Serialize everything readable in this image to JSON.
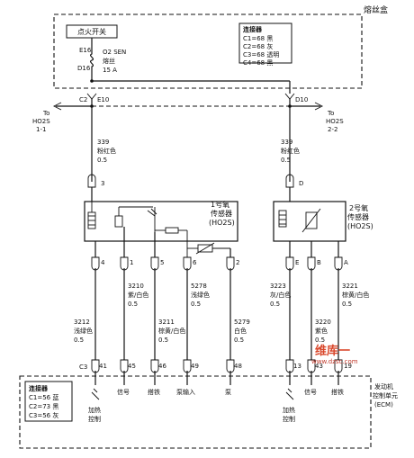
{
  "fuse_box": {
    "title": "熔丝盒",
    "ignition_switch": "点火开关",
    "fuse_pin_top": "E16",
    "fuse_pin_bottom": "D16",
    "fuse_name_1": "O2 SEN",
    "fuse_name_2": "熔丝",
    "fuse_rating": "15 A",
    "connector_table": {
      "header": "连接器",
      "rows": [
        "C1=68 黑",
        "C2=68 灰",
        "C3=68 透明",
        "C4=68 黑"
      ]
    },
    "pin_c2": "C2",
    "pin_e10": "E10",
    "pin_d10": "D10"
  },
  "branches": {
    "left_to": "To",
    "left_name": "HO2S",
    "left_num": "1-1",
    "right_to": "To",
    "right_name": "HO2S",
    "right_num": "2-2"
  },
  "wires_upper": {
    "left": {
      "num": "339",
      "color": "粉红色",
      "size": "0.5"
    },
    "right": {
      "num": "339",
      "color": "粉红色",
      "size": "0.5"
    }
  },
  "sensor1": {
    "top_pin": "3",
    "label": [
      "1号氧",
      "传感器",
      "(HO2S)"
    ],
    "pins": [
      "4",
      "1",
      "5",
      "6",
      "2"
    ]
  },
  "sensor2": {
    "top_pin": "D",
    "label": [
      "2号氧",
      "传感器",
      "(HO2S)"
    ],
    "pins": [
      "E",
      "B",
      "A"
    ]
  },
  "wires_lower": [
    {
      "num": "3212",
      "color": "浅绿色",
      "size": "0.5"
    },
    {
      "num": "3210",
      "color": "紫/白色",
      "size": "0.5"
    },
    {
      "num": "3211",
      "color": "棕黄/白色",
      "size": "0.5"
    },
    {
      "num": "5278",
      "color": "浅绿色",
      "size": "0.5"
    },
    {
      "num": "5279",
      "color": "白色",
      "size": "0.5"
    },
    {
      "num": "3223",
      "color": "灰/白色",
      "size": "0.5"
    },
    {
      "num": "3220",
      "color": "紫色",
      "size": "0.5"
    },
    {
      "num": "3221",
      "color": "棕黄/白色",
      "size": "0.5"
    }
  ],
  "ecm": {
    "connector_prefix": "C3",
    "pins": [
      "41",
      "45",
      "46",
      "49",
      "48",
      "13",
      "43",
      "19"
    ],
    "labels": [
      "加热",
      "控制",
      "信号",
      "搭铁",
      "泵输入",
      "泵",
      "加热",
      "控制",
      "信号",
      "搭铁"
    ],
    "connector_table": {
      "header": "连接器",
      "rows": [
        "C1=56 蓝",
        "C2=73 黑",
        "C3=56 灰"
      ]
    },
    "title": [
      "发动机",
      "控制单元",
      "(ECM)"
    ]
  },
  "watermark": {
    "text": "维库一",
    "site": "www.dzsc.com"
  }
}
